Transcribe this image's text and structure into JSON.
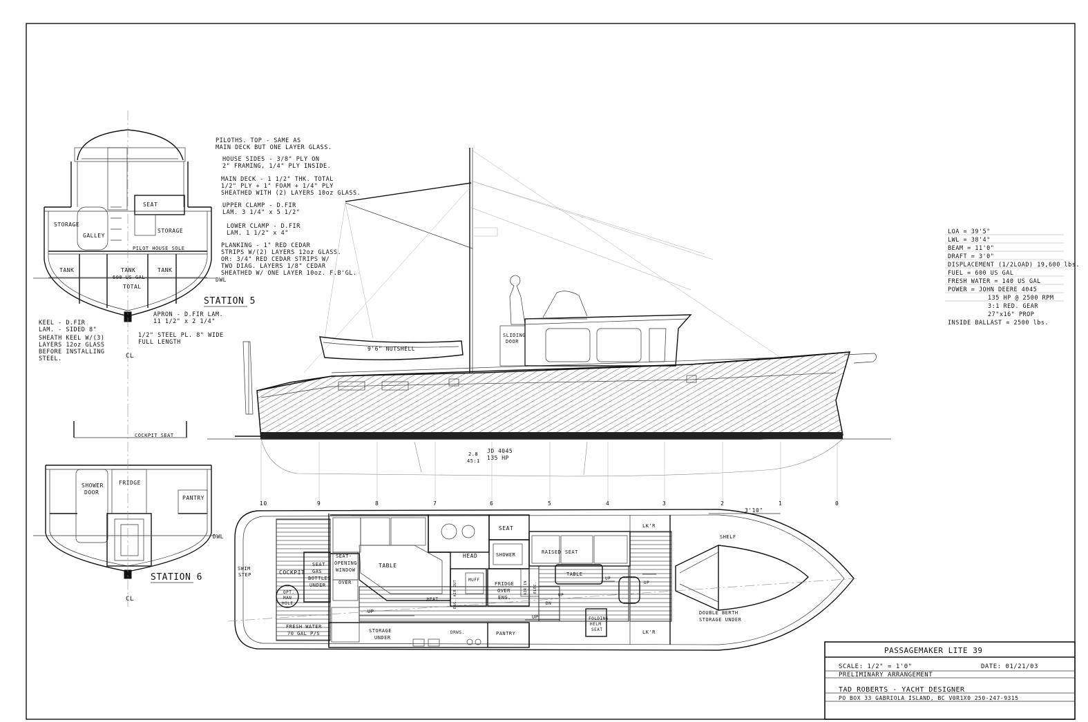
{
  "title_block": {
    "project": "PASSAGEMAKER LITE 39",
    "scale": "SCALE: 1/2\" = 1'0\"",
    "date": "DATE: 01/21/03",
    "drawing": "PRELIMINARY ARRANGEMENT",
    "designer": "TAD ROBERTS - YACHT DESIGNER",
    "address": "PO BOX 33 GABRIOLA ISLAND, BC V0R1X0   250-247-9315"
  },
  "specs": [
    "LOA  =  39'5\"",
    "LWL  =  38'4\"",
    "BEAM  =  11'0\"",
    "DRAFT  =  3'0\"",
    "DISPLACEMENT (1/2LOAD) 19,600 lbs.",
    "FUEL  =  600 US GAL",
    "FRESH WATER  =  140 US GAL",
    "POWER  =  JOHN DEERE 4045",
    "135 HP @ 2500 RPM",
    "3:1 RED. GEAR",
    "27\"x16\" PROP",
    "INSIDE BALLAST = 2500 lbs."
  ],
  "construction_notes": [
    "PILOTHS. TOP - SAME AS",
    "MAIN DECK BUT ONE LAYER GLASS.",
    "HOUSE SIDES - 3/8\" PLY ON",
    "2\" FRAMING, 1/4\" PLY INSIDE.",
    "MAIN DECK - 1 1/2\" THK. TOTAL",
    "1/2\" PLY + 1\" FOAM + 1/4\" PLY",
    "SHEATHED WITH (2) LAYERS 10oz GLASS.",
    "UPPER CLAMP - D.FIR",
    "LAM. 3 1/4\" x 5 1/2\"",
    "LOWER CLAMP - D.FIR",
    "LAM. 1 1/2\" x 4\"",
    "PLANKING - 1\" RED CEDAR",
    "STRIPS W/(2) LAYERS 12oz GLASS.",
    "OR: 3/4\" RED CEDAR STRIPS W/",
    "TWO DIAG. LAYERS 1/8\" CEDAR",
    "SHEATHED W/ ONE LAYER 10oz. F.B'GL."
  ],
  "keel_notes": [
    "KEEL - D.FIR",
    "LAM. - SIDED 8\"",
    "SHEATH KEEL W/(3)",
    "LAYERS 12oz GLASS",
    "BEFORE INSTALLING",
    "STEEL."
  ],
  "apron_note": [
    "APRON - D.FIR LAM.",
    "11 1/2\" x 2 1/4\""
  ],
  "steel_note": [
    "1/2\" STEEL PL. 8\" WIDE",
    "FULL LENGTH"
  ],
  "station5": {
    "label": "STATION 5",
    "seat": "SEAT",
    "storage_left": "STORAGE",
    "galley": "GALLEY",
    "storage_right": "STORAGE",
    "pilothouse_sole": "PILOT HOUSE SOLE",
    "tank_left": "TANK",
    "tank_center": "TANK",
    "tank_center_sub": "600 US GAL",
    "tank_right": "TANK",
    "total": "TOTAL",
    "dwl": "DWL"
  },
  "station6": {
    "label": "STATION 6",
    "cockpit_seat": "COCKPIT SEAT",
    "shower": "SHOWER",
    "door": "DOOR",
    "fridge": "FRIDGE",
    "pantry": "PANTRY",
    "dwl": "DWL"
  },
  "profile": {
    "dinghy": "9'6\" NUTSHELL",
    "door_l1": "SLIDING",
    "door_l2": "DOOR",
    "engine_l1": "JD 4045",
    "engine_l2": "135 HP",
    "ratio_l1": "2.8",
    "ratio_l2": "45:1"
  },
  "stations": [
    "10",
    "9",
    "8",
    "7",
    "6",
    "5",
    "4",
    "3",
    "2",
    "1",
    "0"
  ],
  "dimension": "3'10\"",
  "plan": {
    "swim_step_l1": "SWIM",
    "swim_step_l2": "STEP",
    "cockpit": "COCKPIT",
    "seat_l1": "SEAT",
    "seat_l2": "GAS",
    "seat_l3": "BOTTLES",
    "seat_l4": "UNDER",
    "seat_window_l1": "SEAT-",
    "seat_window_l2": "OPENING",
    "seat_window_l3": "WINDOW",
    "over": "OVER",
    "table_aft": "TABLE",
    "head": "HEAD",
    "shower": "SHOWER",
    "seat_top": "SEAT",
    "raised": "RAISED",
    "seat_fwd": "SEAT",
    "table_fwd": "TABLE",
    "heat": "HEAT",
    "eng_air_out": "ENG. AIR OUT",
    "muff": "MUFF",
    "fridge_l1": "FRIDGE",
    "fridge_l2": "OVER",
    "fridge_l3": "ENG.",
    "air_in": "AIR IN",
    "elec": "ELEC.",
    "opt_manhole_l1": "OPT.",
    "opt_manhole_l2": "MAN",
    "opt_manhole_l3": "HOLE",
    "fresh_water_l1": "FRESH WATER",
    "fresh_water_l2": "70 GAL P/S",
    "storage_under_l1": "STORAGE",
    "storage_under_l2": "UNDER",
    "draws": "DRWS.",
    "pantry": "PANTRY",
    "folding_l1": "FOLDING",
    "folding_l2": "HELM",
    "folding_l3": "SEAT",
    "up1": "UP",
    "up2": "UP",
    "up3": "UP",
    "up4": "UP",
    "up5": "UP",
    "dn": "DN",
    "lkr_top": "LK'R",
    "lkr_bottom": "LK'R",
    "shelf": "SHELF",
    "berth_l1": "DOUBLE BERTH",
    "berth_l2": "STORAGE UNDER"
  },
  "centerline": "CL"
}
